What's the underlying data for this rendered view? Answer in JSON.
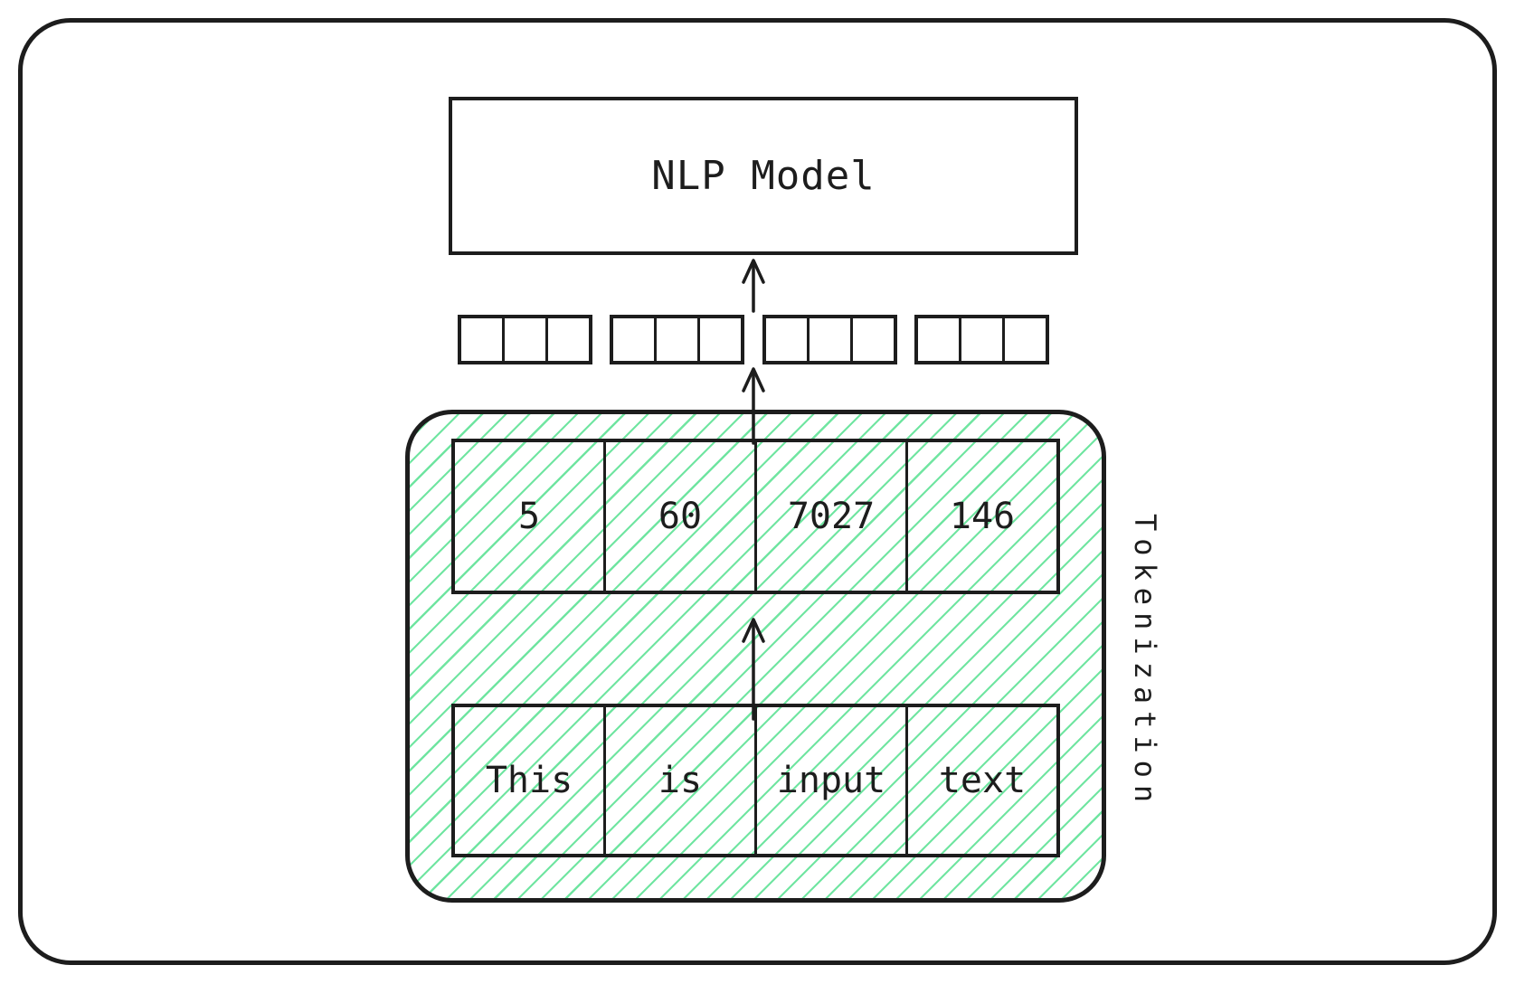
{
  "diagram": {
    "model_box": {
      "label": "NLP Model"
    },
    "embedding_row": {
      "box_count": 4,
      "cells_per_box": 3
    },
    "tokenization": {
      "label": "Tokenization",
      "token_ids": [
        "5",
        "60",
        "7027",
        "146"
      ],
      "tokens": [
        "This",
        "is",
        "input",
        "text"
      ]
    },
    "arrows": [
      "embeddings-to-model",
      "token-ids-to-embeddings",
      "tokens-to-token-ids"
    ],
    "colors": {
      "ink": "#1d1d1d",
      "hatch_green": "#70e5a1",
      "background": "#ffffff"
    }
  }
}
